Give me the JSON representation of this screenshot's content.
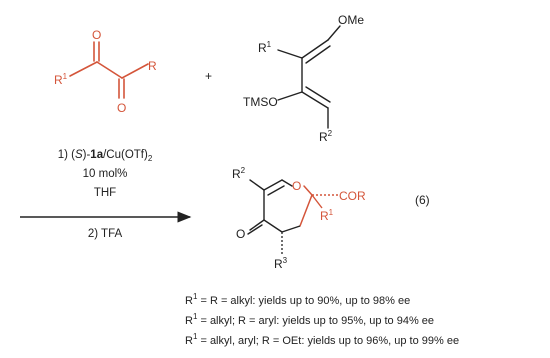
{
  "colors": {
    "highlight": "#d4553a",
    "ink": "#222222"
  },
  "reactant1": {
    "o_top": "O",
    "o_bottom": "O",
    "r1": "R",
    "r1_sup": "1",
    "r": "R"
  },
  "plus": "+",
  "reactant2": {
    "ome": "OMe",
    "r1": "R",
    "r1_sup": "1",
    "tmso": "TMSO",
    "r2": "R",
    "r2_sup": "2"
  },
  "conditions": {
    "line1_a": "1)  (",
    "line1_s": "S",
    "line1_b": ")-",
    "line1_cat": "1a",
    "line1_c": "/Cu(OTf)",
    "line1_sub": "2",
    "line2": "10 mol%",
    "line3": "THF",
    "line4": "2) TFA"
  },
  "product": {
    "r2": "R",
    "r2_sup": "2",
    "o_ring": "O",
    "o_ketone": "O",
    "cor": "COR",
    "r1": "R",
    "r1_sup": "1",
    "r3": "R",
    "r3_sup": "3"
  },
  "equation_number": "(6)",
  "results": [
    {
      "r": "R",
      "sup": "1",
      "text": " = R = alkyl: yields up to 90%, up to 98% ee"
    },
    {
      "r": "R",
      "sup": "1",
      "text": " = alkyl; R = aryl: yields up to 95%, up to 94% ee"
    },
    {
      "r": "R",
      "sup": "1",
      "text": " = alkyl, aryl; R = OEt: yields up to 96%, up to 99% ee"
    }
  ]
}
